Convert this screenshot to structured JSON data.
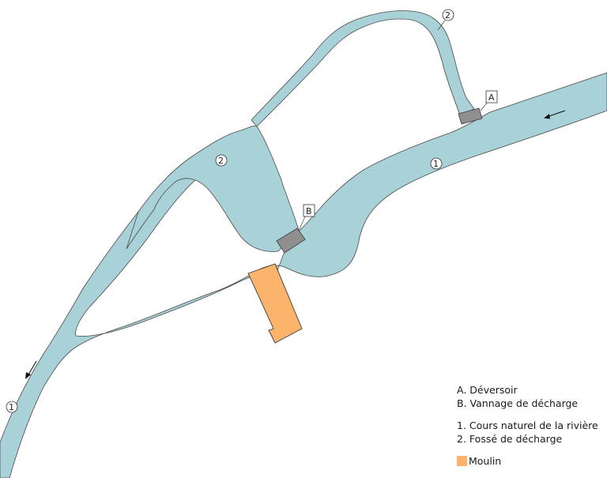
{
  "diagram": {
    "markers": {
      "river_main_upper": "1",
      "river_main_lower": "1",
      "ditch_upper": "2",
      "ditch_basin": "2"
    },
    "structure_labels": {
      "weir": "A",
      "discharge_gate": "B"
    }
  },
  "legend": {
    "letters": [
      {
        "key": "A.",
        "label": "Déversoir"
      },
      {
        "key": "B.",
        "label": "Vannage de décharge"
      }
    ],
    "numbers": [
      {
        "key": "1.",
        "label": "Cours naturel de la rivière"
      },
      {
        "key": "2.",
        "label": "Fossé de décharge"
      }
    ],
    "mill": {
      "label": "Moulin",
      "color": "#fcb46c"
    }
  },
  "colors": {
    "water": "#a8d1d8",
    "gate": "#8f8f8f",
    "mill": "#fcb46c",
    "outline": "#4a4a4a"
  }
}
